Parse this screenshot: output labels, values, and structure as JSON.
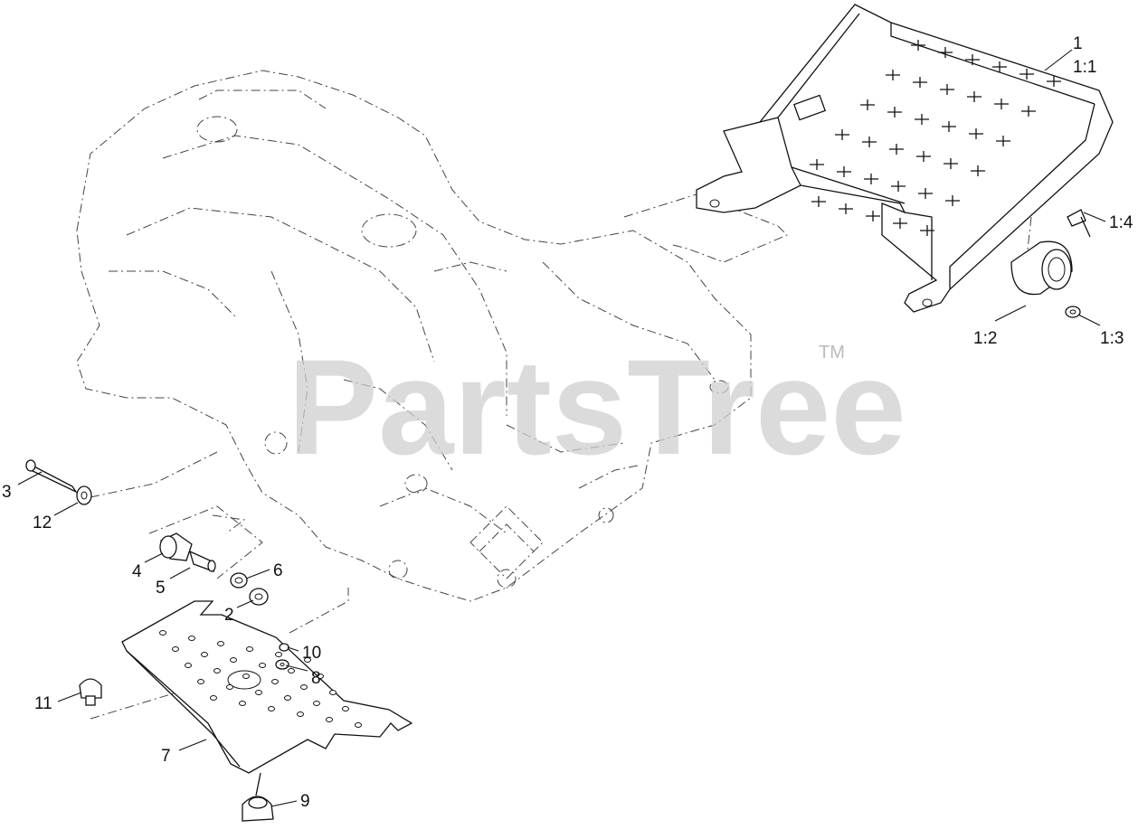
{
  "watermark": {
    "brand": "PartsTree",
    "mark": "TM"
  },
  "callouts": [
    {
      "id": "c-1",
      "label": "1"
    },
    {
      "id": "c-1-1",
      "label": "1:1"
    },
    {
      "id": "c-1-4",
      "label": "1:4"
    },
    {
      "id": "c-1-2",
      "label": "1:2"
    },
    {
      "id": "c-1-3",
      "label": "1:3"
    },
    {
      "id": "c-3",
      "label": "3"
    },
    {
      "id": "c-12",
      "label": "12"
    },
    {
      "id": "c-4",
      "label": "4"
    },
    {
      "id": "c-5",
      "label": "5"
    },
    {
      "id": "c-6",
      "label": "6"
    },
    {
      "id": "c-2",
      "label": "2"
    },
    {
      "id": "c-10",
      "label": "10"
    },
    {
      "id": "c-8",
      "label": "8"
    },
    {
      "id": "c-11",
      "label": "11"
    },
    {
      "id": "c-7",
      "label": "7"
    },
    {
      "id": "c-9",
      "label": "9"
    }
  ]
}
